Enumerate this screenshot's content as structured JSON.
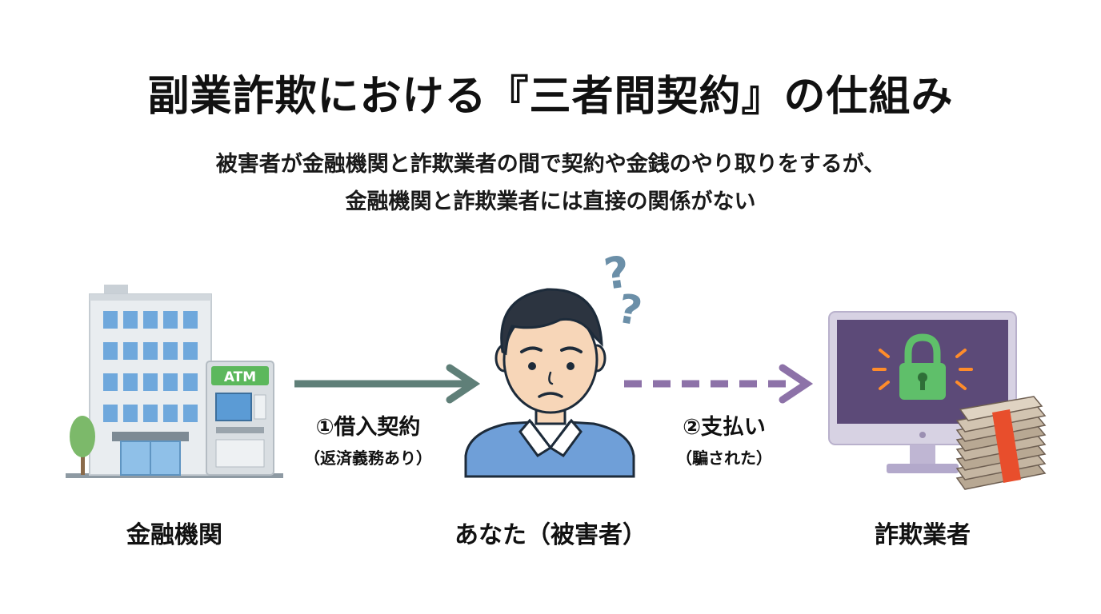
{
  "title": "副業詐欺における『三者間契約』の仕組み",
  "subtitle": {
    "line1": "被害者が金融機関と詐欺業者の間で契約や金銭のやり取りをするが、",
    "line2": "金融機関と詐欺業者には直接の関係がない"
  },
  "parties": {
    "bank": {
      "label": "金融機関",
      "atm_text": "ATM",
      "icon": "bank-building-icon"
    },
    "victim": {
      "label": "あなた（被害者）",
      "icon": "confused-person-icon",
      "question_mark": "?"
    },
    "scammer": {
      "label": "詐欺業者",
      "icon": "locked-monitor-icon"
    }
  },
  "arrows": {
    "loan": {
      "label": "①借入契約",
      "sublabel": "（返済義務あり）",
      "style": "solid",
      "color": "#5f7f78"
    },
    "payment": {
      "label": "②支払い",
      "sublabel": "（騙された）",
      "style": "dashed",
      "color": "#8d72a8"
    }
  }
}
